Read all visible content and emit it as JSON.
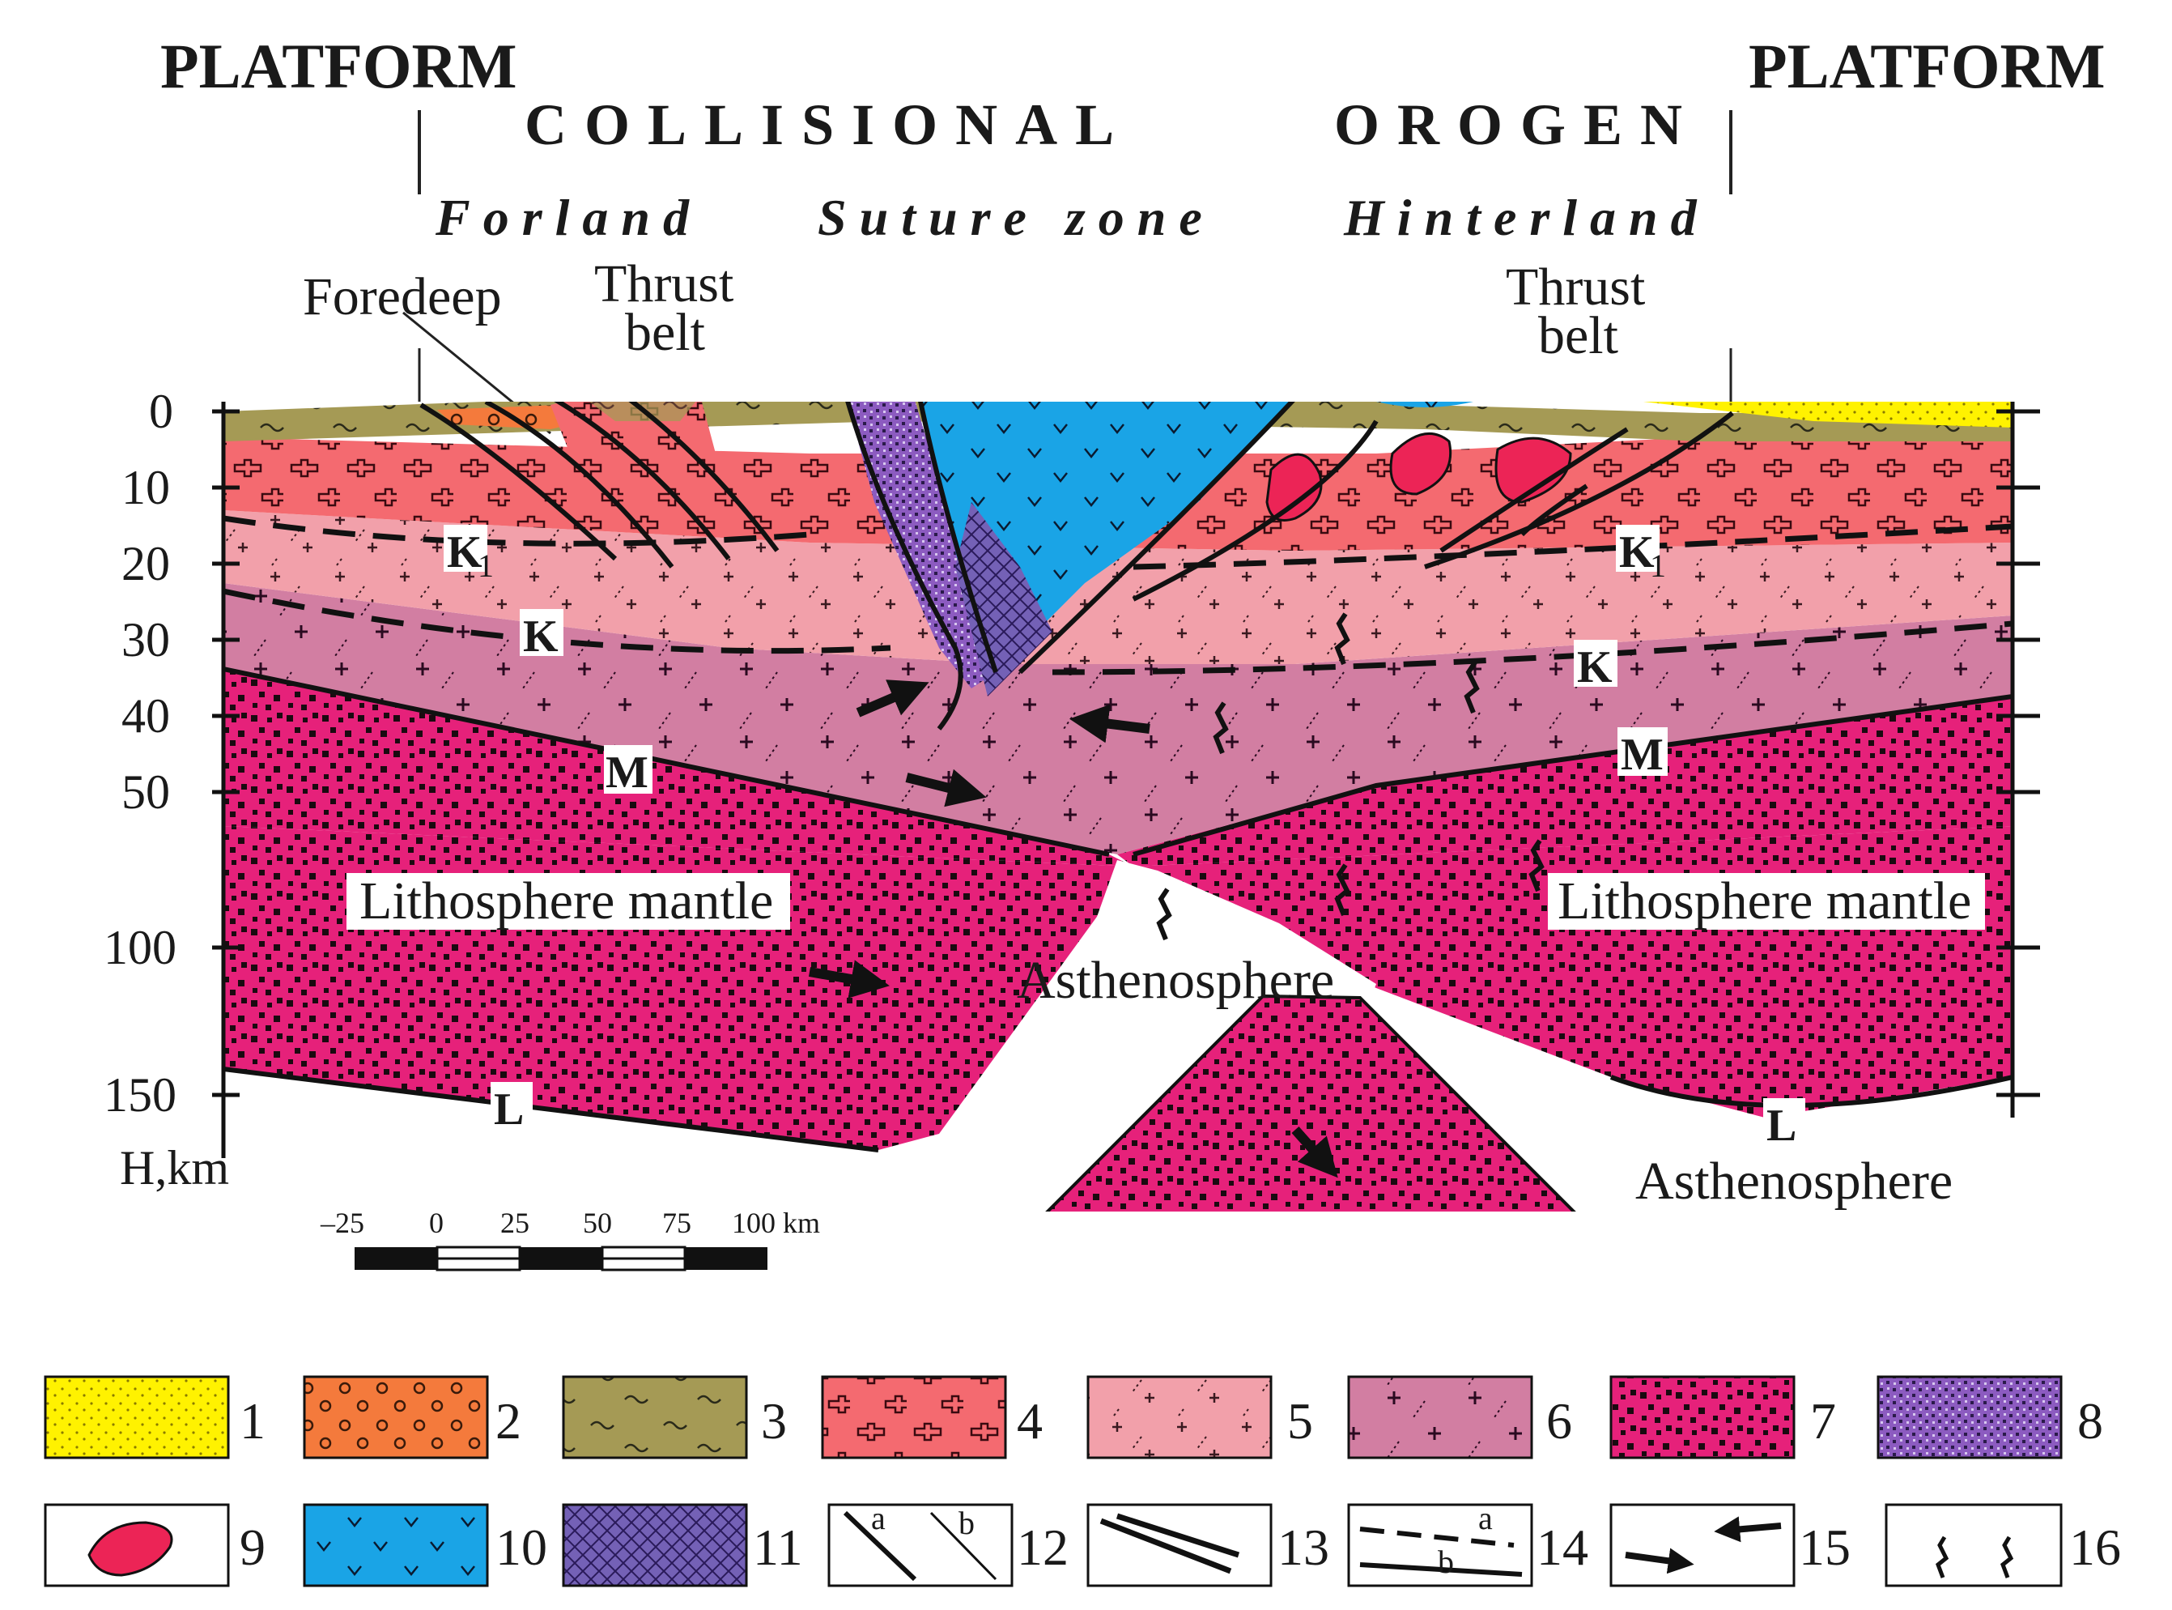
{
  "header": {
    "platform_left": "PLATFORM",
    "platform_right": "PLATFORM",
    "orogen_a": "COLLISIONAL",
    "orogen_b": "OROGEN",
    "zones": [
      "Forland",
      "Suture zone",
      "Hinterland"
    ]
  },
  "labels": {
    "foredeep": "Foredeep",
    "thrust_belt_left": [
      "Thrust",
      "belt"
    ],
    "thrust_belt_right": [
      "Thrust",
      "belt"
    ],
    "lith_mantle_left": "Lithosphere mantle",
    "lith_mantle_right": "Lithosphere mantle",
    "asthenosphere_center": "Asthenosphere",
    "asthenosphere_bottom": "Asthenosphere"
  },
  "boundaries": {
    "k1": "K",
    "k1_sub": "1",
    "k": "K",
    "m": "M",
    "l": "L"
  },
  "depth_axis": {
    "ticks": [
      "0",
      "10",
      "20",
      "30",
      "40",
      "50",
      "100",
      "150"
    ],
    "unit": "H,km"
  },
  "scale_bar": {
    "ticks": [
      "–25",
      "0",
      "25",
      "50",
      "75",
      "100 km"
    ]
  },
  "legend": [
    {
      "num": "1",
      "name": "legend-1-sandstone",
      "color": "#fff200"
    },
    {
      "num": "2",
      "name": "legend-2-molasse",
      "color": "#f47a3c"
    },
    {
      "num": "3",
      "name": "legend-3-flysch",
      "color": "#a59a55"
    },
    {
      "num": "4",
      "name": "legend-4-upper-crust",
      "color": "#f46a70"
    },
    {
      "num": "5",
      "name": "legend-5-middle-crust",
      "color": "#f2a0aa"
    },
    {
      "num": "6",
      "name": "legend-6-lower-crust",
      "color": "#d27ea2"
    },
    {
      "num": "7",
      "name": "legend-7-mantle",
      "color": "#e6217a"
    },
    {
      "num": "8",
      "name": "legend-8-ophiolite",
      "color": "#8c5bc0"
    },
    {
      "num": "9",
      "name": "legend-9-intrusion",
      "color": "#ec2456"
    },
    {
      "num": "10",
      "name": "legend-10-volcanic",
      "color": "#1aa4e6"
    },
    {
      "num": "11",
      "name": "legend-11-suture",
      "color": "#7461b6"
    },
    {
      "num": "12",
      "name": "legend-12-faults-a-b",
      "a": "a",
      "b": "b"
    },
    {
      "num": "13",
      "name": "legend-13-thrusts"
    },
    {
      "num": "14",
      "name": "legend-14-boundaries-a-b",
      "a": "a",
      "b": "b"
    },
    {
      "num": "15",
      "name": "legend-15-motion-arrows"
    },
    {
      "num": "16",
      "name": "legend-16-fluid-flow"
    }
  ]
}
